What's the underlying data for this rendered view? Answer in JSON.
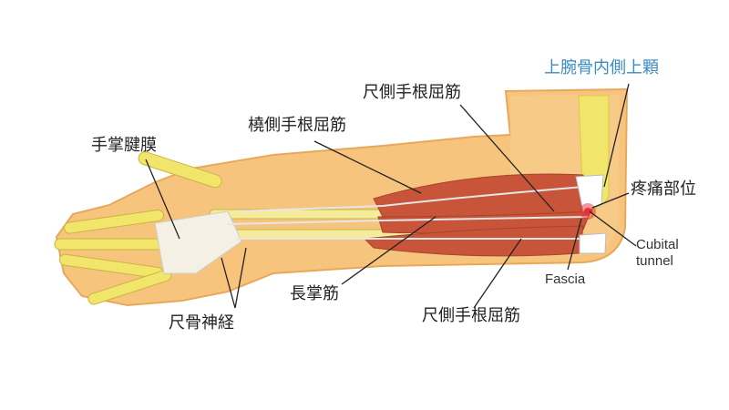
{
  "labels": {
    "medial_epicondyle": "上腕骨内側上顆",
    "fcu_top": "尺側手根屈筋",
    "fcr": "橈側手根屈筋",
    "palmar_aponeurosis": "手掌腱膜",
    "pain_site": "疼痛部位",
    "cubital_tunnel_1": "Cubital",
    "cubital_tunnel_2": "tunnel",
    "fascia": "Fascia",
    "palmaris_longus": "長掌筋",
    "fcu_bottom": "尺側手根屈筋",
    "ulnar_nerve": "尺骨神経"
  },
  "colors": {
    "accent_label": "#3a8cc0",
    "muscle": "#c8553a",
    "skin": "#f7c47e",
    "bone": "#f2e56b",
    "pain": "#e8303a"
  }
}
